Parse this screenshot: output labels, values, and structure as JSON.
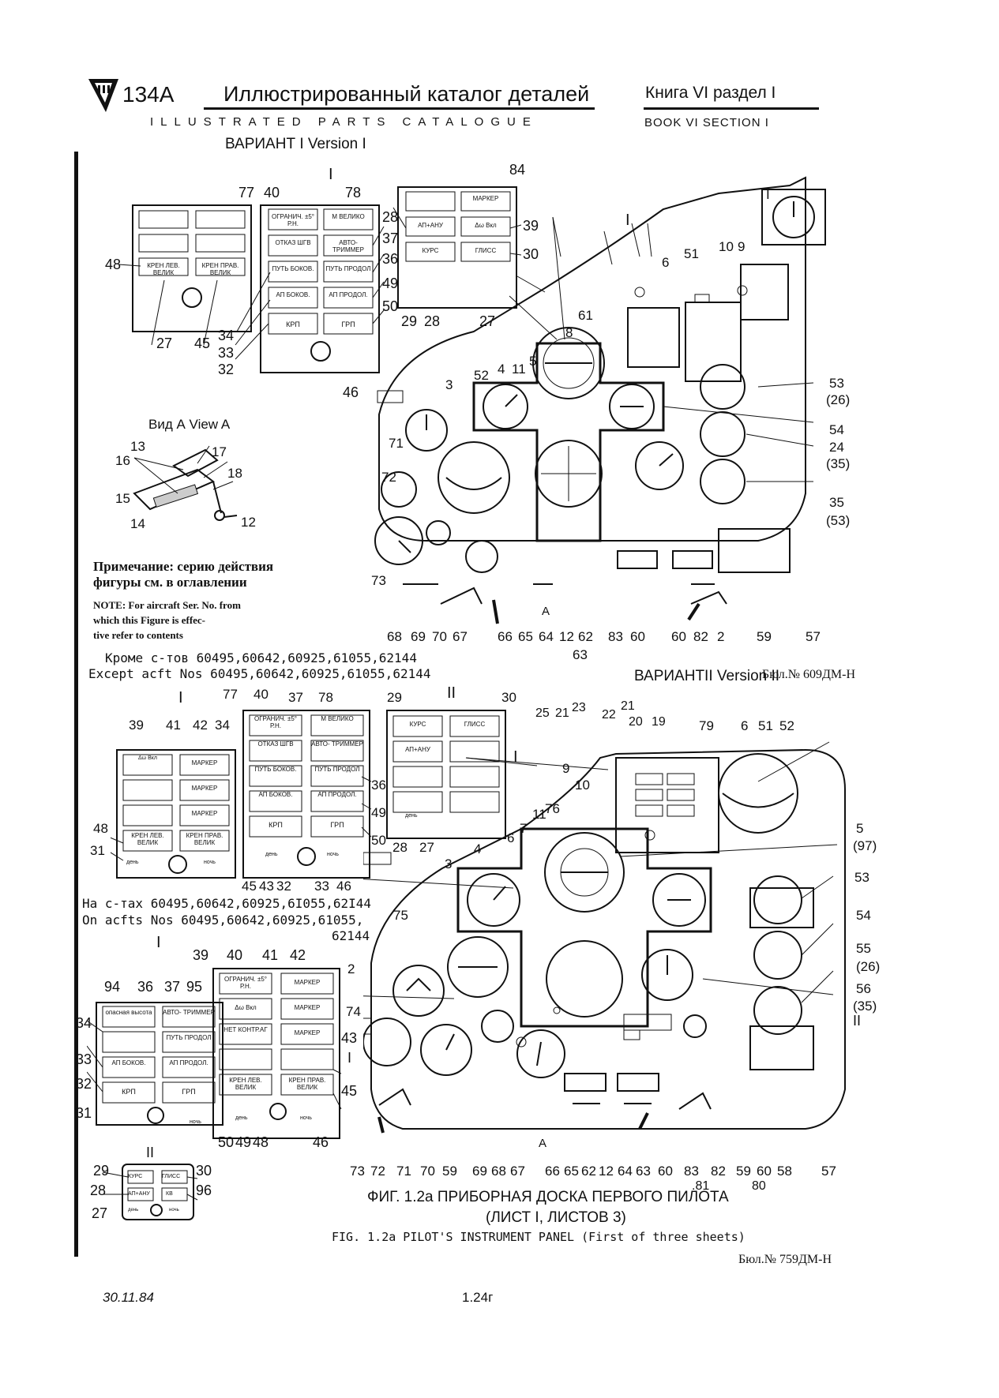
{
  "header": {
    "model": "134А",
    "title_ru": "Иллюстрированный каталог деталей",
    "book_ru": "Книга VI раздел I",
    "title_en": "ILLUSTRATED PARTS CATALOGUE",
    "book_en": "BOOK VI SECTION I"
  },
  "variants": {
    "v1": "ВАРИАНТ I Version I",
    "v2": "ВАРИАНТII Version II"
  },
  "exceptions": {
    "except_ru": "Кроме с-тов 60495,60642,60925,61055,62144",
    "except_en": "Except acft Nos 60495,60642,60925,61055,62144",
    "on_ru": "На с-тах 60495,60642,60925,6I055,62I44",
    "on_en": "On acfts Nos 60495,60642,60925,61055,",
    "on_en2": "62144"
  },
  "view_a": "Вид А View A",
  "note_ru": [
    "Примечание: серию действия",
    "фигуры см. в оглавлении"
  ],
  "note_en": [
    "NOTE: For aircraft Ser. No. from",
    "which this Figure is effec-",
    "tive refer to contents"
  ],
  "bulletins": {
    "b1": "Бюл.№ 609ДМ-Н",
    "b2": "Бюл.№ 759ДМ-Н"
  },
  "caption": {
    "ru1": "ФИГ. 1.2а ПРИБОРНАЯ ДОСКА ПЕРВОГО ПИЛОТА",
    "ru2": "(ЛИСТ I, ЛИСТОВ 3)",
    "en": "FIG. 1.2a PILOT'S INSTRUMENT PANEL (First of three sheets)"
  },
  "footer": {
    "date": "30.11.84",
    "page": "1.24г"
  },
  "panel_labels": {
    "kren_lev": "КРЕН ЛЕВ. ВЕЛИК",
    "kren_prav": "КРЕН ПРАВ. ВЕЛИК",
    "ogranich": "ОГРАНИЧ. ±5° Р.Н.",
    "m_veliko": "М ВЕЛИКО",
    "otkaz": "ОТКАЗ ШГВ",
    "avto": "АВТО- ТРИММЕР",
    "put_bok": "ПУТЬ БОКОВ.",
    "put_prod": "ПУТЬ ПРОДОЛ",
    "ap_bok": "АП БОКОВ.",
    "ap_prod": "АП ПРОДОЛ.",
    "krp": "КРП",
    "grp": "ГРП",
    "marker": "МАРКЕР",
    "ap_anu": "АП+АНУ",
    "kurs": "КУРС",
    "gliso": "ГЛИСС",
    "dw": "Δω Вкл",
    "opasn": "опасная высота",
    "net": "НЕТ КОНТР.АГ",
    "kv": "КВ",
    "day": "день",
    "night": "ночь"
  },
  "callouts": {
    "top_panels": [
      "77",
      "40",
      "78",
      "84",
      "48",
      "28",
      "39",
      "37",
      "36",
      "30",
      "49",
      "50",
      "27",
      "45",
      "34",
      "33",
      "32",
      "46",
      "29",
      "28",
      "27",
      "I"
    ],
    "view_a": [
      "13",
      "16",
      "17",
      "18",
      "15",
      "14",
      "12"
    ],
    "top_board": [
      "I",
      "6",
      "51",
      "10",
      "9",
      "I",
      "61",
      "8",
      "5",
      "52",
      "4",
      "11",
      "3",
      "71",
      "72",
      "73",
      "53",
      "(26)",
      "54",
      "24",
      "(35)",
      "35",
      "(53)",
      "68",
      "69",
      "70",
      "67",
      "66",
      "65",
      "64",
      "12",
      "62",
      "63",
      "83",
      "60",
      "60",
      "82",
      "2",
      "59",
      "57",
      "A"
    ],
    "mid_panels": [
      "I",
      "II",
      "39",
      "41",
      "42",
      "34",
      "77",
      "40",
      "37",
      "78",
      "29",
      "30",
      "36",
      "49",
      "50",
      "48",
      "31",
      "45",
      "43",
      "32",
      "33",
      "46",
      "28",
      "27"
    ],
    "bot_panels": [
      "I",
      "94",
      "36",
      "37",
      "95",
      "39",
      "40",
      "41",
      "42",
      "34",
      "33",
      "32",
      "31",
      "43",
      "I",
      "45",
      "50",
      "49",
      "48",
      "46",
      "II",
      "29",
      "30",
      "28",
      "96",
      "27"
    ],
    "bot_board": [
      "25",
      "21",
      "23",
      "22",
      "21",
      "20",
      "19",
      "79",
      "6",
      "51",
      "52",
      "I",
      "9",
      "10",
      "76",
      "11",
      "7",
      "6",
      "4",
      "5",
      "(97)",
      "3",
      "53",
      "75",
      "54",
      "55",
      "(26)",
      "2",
      "56",
      "(35)",
      "74",
      "II",
      "73",
      "72",
      "71",
      "70",
      "59",
      "69",
      "68",
      "67",
      "66",
      "65",
      "62",
      "12",
      "64",
      "63",
      "60",
      "83",
      "82",
      "59",
      "60",
      "58",
      "57",
      ".81",
      "80",
      "A"
    ]
  }
}
